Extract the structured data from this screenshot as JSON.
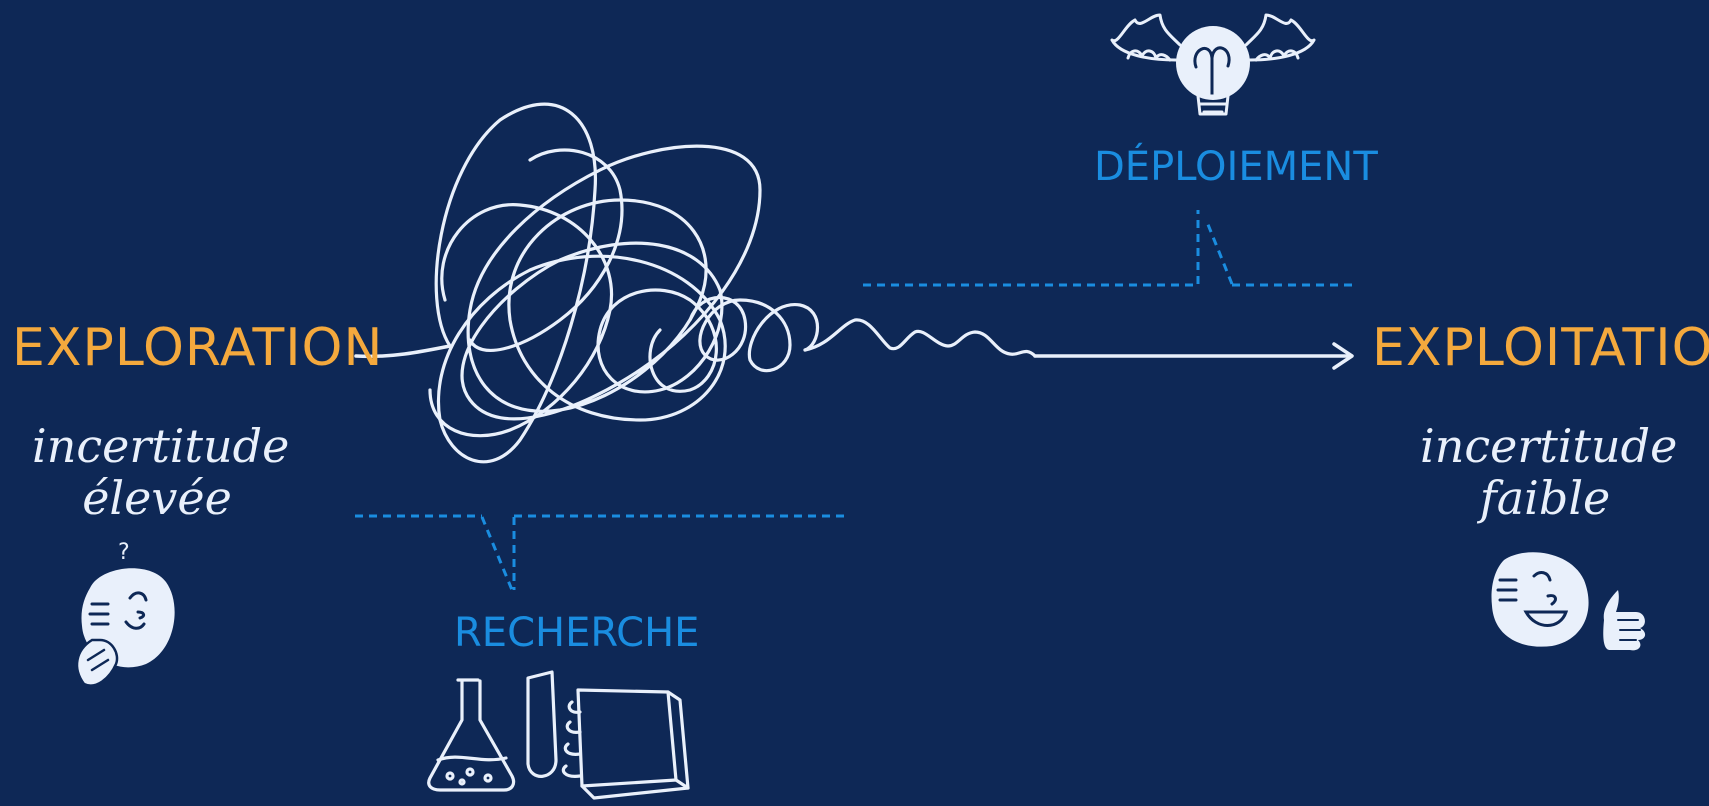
{
  "colors": {
    "background": "#0e2856",
    "stage_label": "#f4a93d",
    "phase_label": "#1a8de0",
    "ink": "#e9f0fb"
  },
  "icons": {
    "scribble": "tangled-line",
    "winged_bulb": "flying-lightbulb-icon",
    "lab_equipment": "flask-testtube-notebook-icon",
    "doubt_face": "thinking-face-icon",
    "happy_face": "winking-face-icon",
    "thumbs_up": "thumbs-up-icon"
  },
  "left": {
    "title": "EXPLORATION",
    "note_line1": "incertitude",
    "note_line2": "élevée",
    "question_mark": "?"
  },
  "right": {
    "title": "EXPLOITATION",
    "note_line1": "incertitude",
    "note_line2": "faible"
  },
  "phases": {
    "top": "DÉPLOIEMENT",
    "bottom": "RECHERCHE"
  }
}
